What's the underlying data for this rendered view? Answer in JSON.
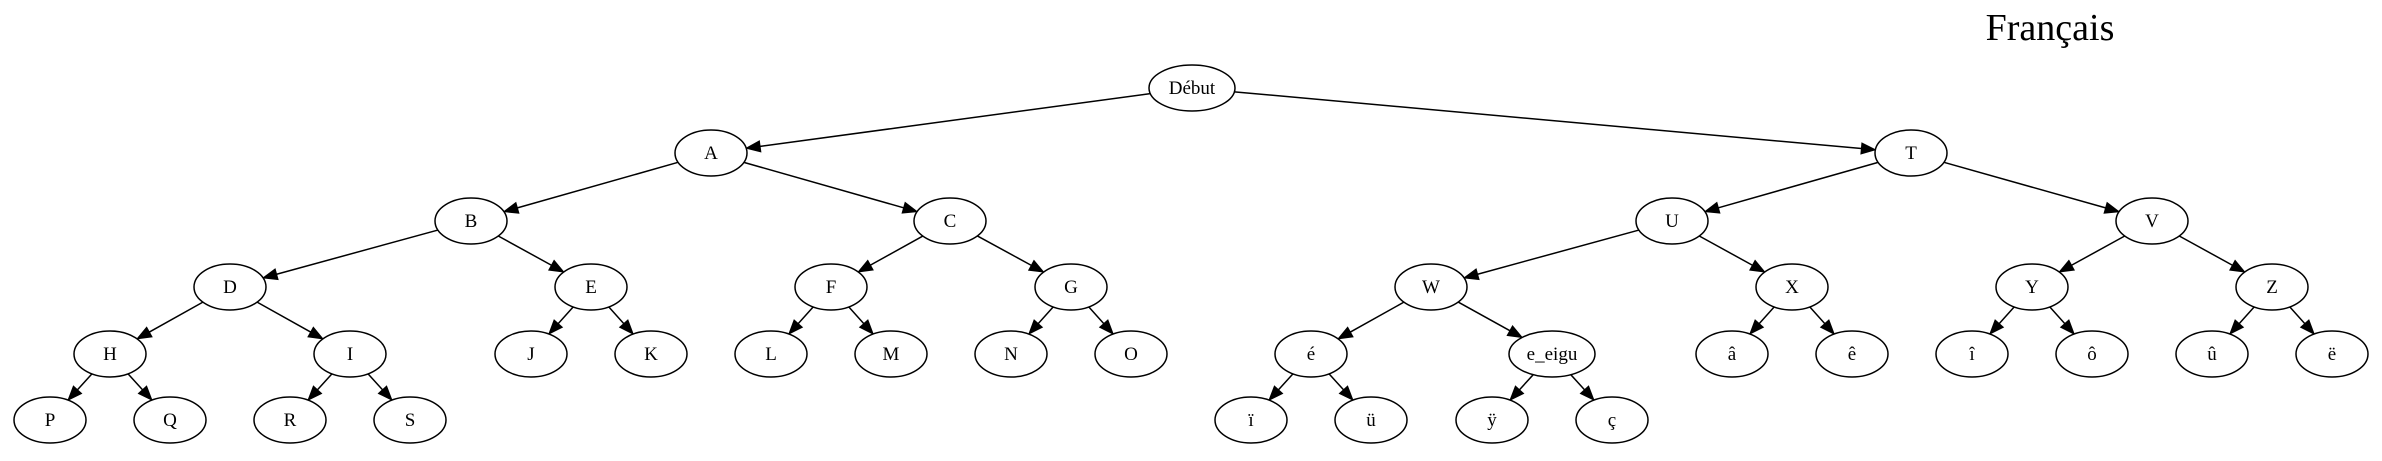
{
  "title": "Français",
  "tree": {
    "root": "Début",
    "nodes": [
      "Début",
      "A",
      "T",
      "B",
      "C",
      "U",
      "V",
      "D",
      "E",
      "F",
      "G",
      "W",
      "X",
      "Y",
      "Z",
      "H",
      "I",
      "J",
      "K",
      "L",
      "M",
      "N",
      "O",
      "é",
      "e_eigu",
      "â",
      "ê",
      "î",
      "ô",
      "û",
      "ë",
      "P",
      "Q",
      "R",
      "S",
      "ï",
      "ü",
      "ÿ",
      "ç"
    ],
    "edges": [
      [
        "Début",
        "A"
      ],
      [
        "Début",
        "T"
      ],
      [
        "A",
        "B"
      ],
      [
        "A",
        "C"
      ],
      [
        "T",
        "U"
      ],
      [
        "T",
        "V"
      ],
      [
        "B",
        "D"
      ],
      [
        "B",
        "E"
      ],
      [
        "C",
        "F"
      ],
      [
        "C",
        "G"
      ],
      [
        "U",
        "W"
      ],
      [
        "U",
        "X"
      ],
      [
        "V",
        "Y"
      ],
      [
        "V",
        "Z"
      ],
      [
        "D",
        "H"
      ],
      [
        "D",
        "I"
      ],
      [
        "E",
        "J"
      ],
      [
        "E",
        "K"
      ],
      [
        "F",
        "L"
      ],
      [
        "F",
        "M"
      ],
      [
        "G",
        "N"
      ],
      [
        "G",
        "O"
      ],
      [
        "W",
        "é"
      ],
      [
        "W",
        "e_eigu"
      ],
      [
        "X",
        "â"
      ],
      [
        "X",
        "ê"
      ],
      [
        "Y",
        "î"
      ],
      [
        "Y",
        "ô"
      ],
      [
        "Z",
        "û"
      ],
      [
        "Z",
        "ë"
      ],
      [
        "H",
        "P"
      ],
      [
        "H",
        "Q"
      ],
      [
        "I",
        "R"
      ],
      [
        "I",
        "S"
      ],
      [
        "é",
        "ï"
      ],
      [
        "é",
        "ü"
      ],
      [
        "e_eigu",
        "ÿ"
      ],
      [
        "e_eigu",
        "ç"
      ]
    ]
  }
}
